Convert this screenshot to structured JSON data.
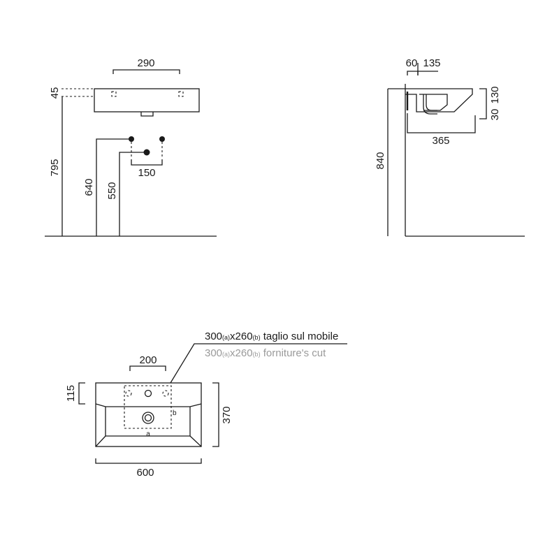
{
  "front_view": {
    "dim_width": "290",
    "dim_top": "45",
    "dim_rim_height": "795",
    "dim_supply_height": "640",
    "dim_waste_height": "550",
    "dim_supply_spacing": "150"
  },
  "side_view": {
    "dim_wall_gap": "60",
    "dim_bowl_offset": "135",
    "dim_depth": "365",
    "dim_top_thickness": "30",
    "dim_bowl_height": "130",
    "dim_total_height": "840"
  },
  "plan_view": {
    "dim_tap_spacing": "200",
    "dim_deck_depth": "115",
    "dim_overall_depth": "370",
    "dim_overall_width": "600",
    "cut_label_a": "a",
    "cut_label_b": "b"
  },
  "cutout_note": {
    "line1_w": "300",
    "line1_a": "(a)",
    "line1_x": "x260",
    "line1_b": "(b)",
    "line1_text": " taglio sul mobile",
    "line2_w": "300",
    "line2_a": "(a)",
    "line2_x": "x260",
    "line2_b": "(b)",
    "line2_text": " forniture's cut"
  },
  "colors": {
    "line": "#1a1a1a",
    "secondary_text": "#9a9a9a"
  }
}
